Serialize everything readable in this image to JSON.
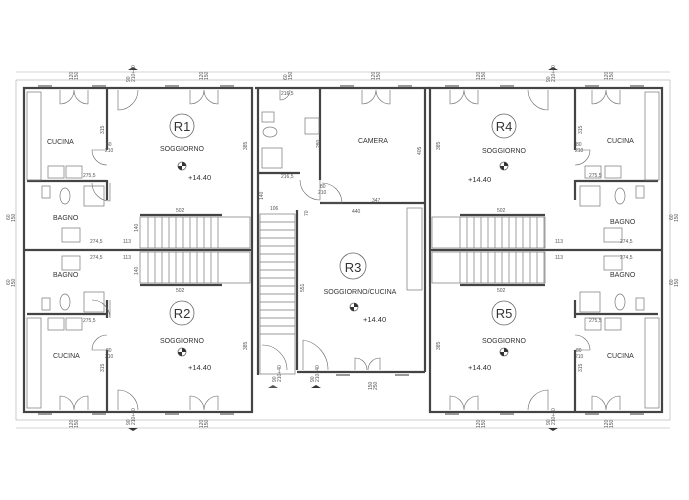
{
  "units": {
    "r1": {
      "id": "R1",
      "living": "SOGGIORNO",
      "kitchen": "CUCINA",
      "bath": "BAGNO",
      "level": "+14.40"
    },
    "r2": {
      "id": "R2",
      "living": "SOGGIORNO",
      "kitchen": "CUCINA",
      "bath": "BAGNO",
      "level": "+14.40"
    },
    "r4": {
      "id": "R4",
      "living": "SOGGIORNO",
      "kitchen": "CUCINA",
      "bath": "BAGNO",
      "level": "+14.40"
    },
    "r5": {
      "id": "R5",
      "living": "SOGGIORNO",
      "kitchen": "CUCINA",
      "bath": "BAGNO",
      "level": "+14.40"
    },
    "r3": {
      "id": "R3",
      "living": "SOGGIORNO/CUCINA",
      "bedroom": "CAMERA",
      "level": "+14.40"
    }
  },
  "dims": {
    "d502": "502",
    "d385": "385",
    "d315": "315",
    "door": "80",
    "door_h": "210",
    "d2755": "275,5",
    "d2745": "274,5",
    "d113": "113",
    "d140": "140",
    "d2165": "216,5",
    "d106": "106",
    "d280": "280",
    "d347": "347",
    "d440": "440",
    "d405": "405",
    "d551": "551",
    "d70": "70",
    "win": "120",
    "win_h": "150",
    "win_small": "60",
    "entry": "90",
    "entry_h": "210+40",
    "win_r3": "150",
    "win_r3_h": "250"
  },
  "colors": {
    "walls": "#444444",
    "background": "#ffffff"
  }
}
